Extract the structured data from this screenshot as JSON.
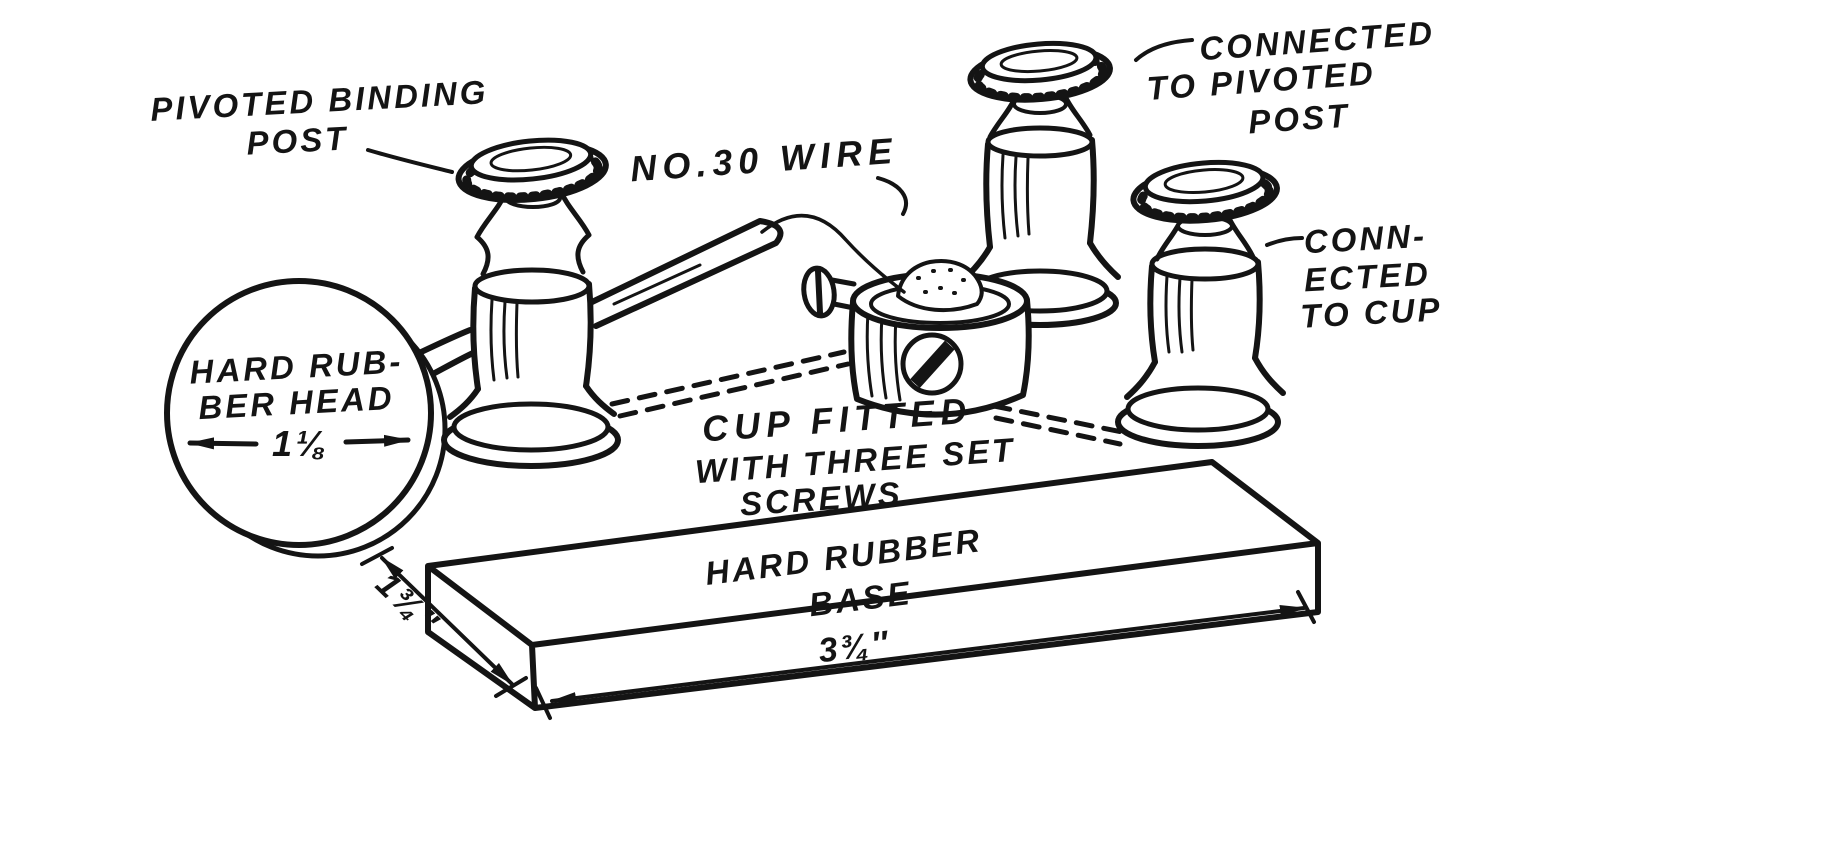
{
  "figure": {
    "kind": "hand-drawn technical illustration",
    "ink_color": "#141414",
    "paper_color": "#ffffff"
  },
  "labels": {
    "pivoted_post_1": "PIVOTED BINDING",
    "pivoted_post_2": "POST",
    "wire": "NO.30 WIRE",
    "connected_post_1": "CONNECTED",
    "connected_post_2": "TO PIVOTED",
    "connected_post_3": "POST",
    "connected_cup_1": "CONN-",
    "connected_cup_2": "ECTED",
    "connected_cup_3": "TO CUP",
    "head_1": "HARD RUB-",
    "head_2": "BER HEAD",
    "head_diameter": "1⅛",
    "cup_1": "CUP FITTED",
    "cup_2": "WITH THREE SET",
    "cup_3": "SCREWS",
    "base_1": "HARD RUBBER",
    "base_2": "BASE"
  },
  "dimensions": {
    "base_depth": "1¾″",
    "base_width": "3¾″"
  }
}
